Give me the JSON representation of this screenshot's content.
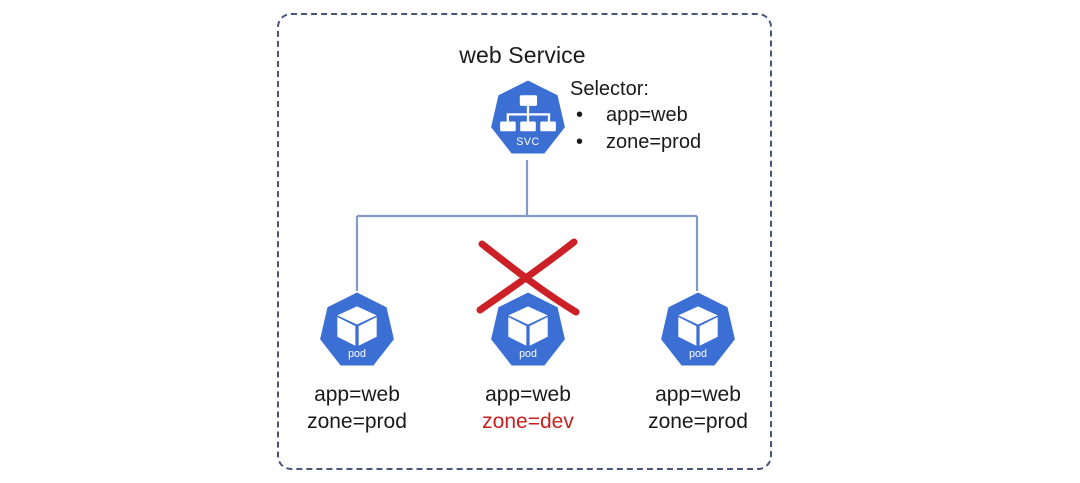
{
  "diagram": {
    "title": "web Service",
    "boundary_style": "dashed",
    "colors": {
      "k8s_blue": "#3b6fd4",
      "boundary": "#46557a",
      "connector": "#7f9cc4",
      "text": "#1a1a1a",
      "warning_red": "#c9201e",
      "x_mark_red": "#cc2026",
      "background": "#ffffff"
    },
    "service": {
      "name": "web Service",
      "icon_label": "SVC",
      "icon_name": "kubernetes-service-heptagon-icon",
      "selector": {
        "heading": "Selector:",
        "bullet_glyph": "•",
        "items": [
          "app=web",
          "zone=prod"
        ]
      }
    },
    "pods": [
      {
        "icon_label": "pod",
        "labels": [
          {
            "text": "app=web",
            "state": "match"
          },
          {
            "text": "zone=prod",
            "state": "match"
          }
        ],
        "connected": true,
        "excluded": false
      },
      {
        "icon_label": "pod",
        "labels": [
          {
            "text": "app=web",
            "state": "match"
          },
          {
            "text": "zone=dev",
            "state": "mismatch"
          }
        ],
        "connected": false,
        "excluded": true
      },
      {
        "icon_label": "pod",
        "labels": [
          {
            "text": "app=web",
            "state": "match"
          },
          {
            "text": "zone=prod",
            "state": "match"
          }
        ],
        "connected": true,
        "excluded": false
      }
    ],
    "annotations": {
      "x_mark": "red-cross-excluded-marker"
    }
  }
}
